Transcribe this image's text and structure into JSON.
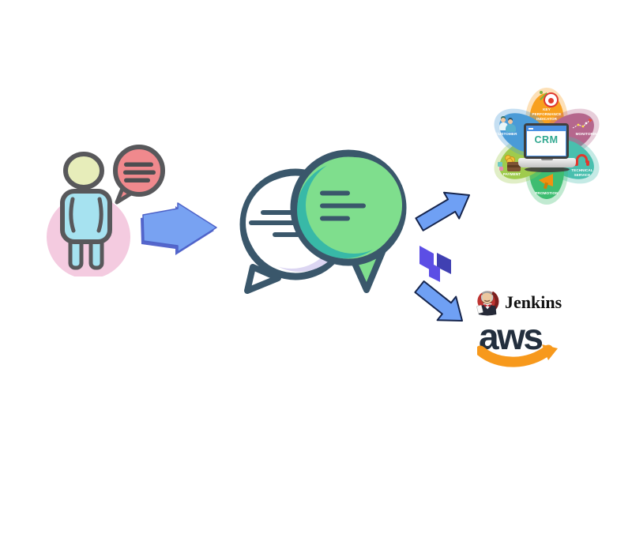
{
  "scene": {
    "background": "#FFFFFF",
    "description": "user message flows to chat service, then to CRM system and DevOps tools",
    "figures": {
      "user": {
        "icon": "person-icon",
        "bubble_icon": "speech-bubble-icon",
        "colors": {
          "backdrop": "#F4CBE0",
          "head": "#E7EDBA",
          "body": "#A6E2F0",
          "outline": "#58585B",
          "bubble": "#F0898D"
        }
      },
      "chat": {
        "icon": "chat-bubbles-icon",
        "colors": {
          "left_bubble": "#FFFFFF",
          "right_bubble": "#7FDE8D",
          "outline": "#3A576B",
          "left_shadow": "#DCD6F2",
          "right_shadow": "#38B9A7"
        }
      },
      "arrows": {
        "main": {
          "icon": "arrow-right-icon",
          "color": "#78A2F2"
        },
        "to_crm": {
          "icon": "arrow-up-right-icon",
          "color": "#6FA0F4"
        },
        "to_devops": {
          "icon": "arrow-down-right-icon",
          "color": "#6FA0F4"
        }
      }
    }
  },
  "crm": {
    "center_label": "CRM",
    "center_label_color": "#2FA78F",
    "petals": [
      {
        "label": "KEY PERFORMANCE INDICATOR",
        "color": "#F8A01E",
        "icon": "target-icon"
      },
      {
        "label": "MONITORING",
        "color": "#B5678D",
        "icon": "growth-chart-icon"
      },
      {
        "label": "TECHNICAL SERVICE",
        "color": "#49BFAE",
        "icon": "headphones-icon"
      },
      {
        "label": "PROMOTION",
        "color": "#3EBD71",
        "icon": "megaphone-icon"
      },
      {
        "label": "PAYMENT",
        "color": "#9FCB4D",
        "icon": "wallet-icon"
      },
      {
        "label": "CUSTOMER",
        "color": "#4A9BD7",
        "icon": "customers-icon"
      }
    ]
  },
  "logos": {
    "terraform": {
      "icon": "terraform-logo-icon",
      "color_light": "#5C4EE5",
      "color_dark": "#4040B2"
    },
    "jenkins": {
      "icon": "jenkins-mascot-icon",
      "label": "Jenkins",
      "text_color": "#111111"
    },
    "aws": {
      "icon": "aws-smile-icon",
      "label": "aws",
      "text_color": "#232F3E",
      "smile_color": "#F7991C"
    }
  }
}
